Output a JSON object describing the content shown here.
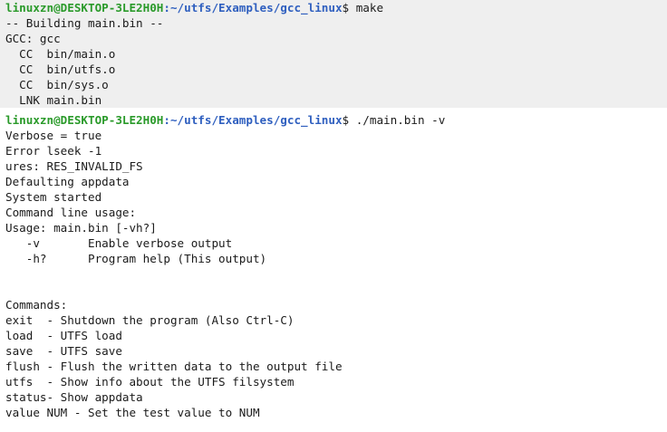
{
  "terminal": {
    "prompt_user": "linuxzn@DESKTOP-3LE2H0H",
    "prompt_path": ":~/utfs/Examples/gcc_linux",
    "prompt_symbol": "$",
    "cmd1": "make",
    "build_lines": [
      "-- Building main.bin --",
      "GCC: gcc",
      "  CC  bin/main.o",
      "  CC  bin/utfs.o",
      "  CC  bin/sys.o",
      "  LNK main.bin"
    ],
    "cmd2": "./main.bin -v",
    "run_lines": [
      "Verbose = true",
      "Error lseek -1",
      "ures: RES_INVALID_FS",
      "Defaulting appdata",
      "System started",
      "Command line usage:",
      "Usage: main.bin [-vh?]",
      "   -v       Enable verbose output",
      "   -h?      Program help (This output)",
      "",
      "",
      "Commands:",
      "exit  - Shutdown the program (Also Ctrl-C)",
      "load  - UTFS load",
      "save  - UTFS save",
      "flush - Flush the written data to the output file",
      "utfs  - Show info about the UTFS filsystem",
      "status- Show appdata",
      "value NUM - Set the test value to NUM"
    ]
  },
  "colors": {
    "prompt_user": "#2a9a2a",
    "prompt_path": "#2f5fbf",
    "highlight_bg": "#efefef"
  }
}
